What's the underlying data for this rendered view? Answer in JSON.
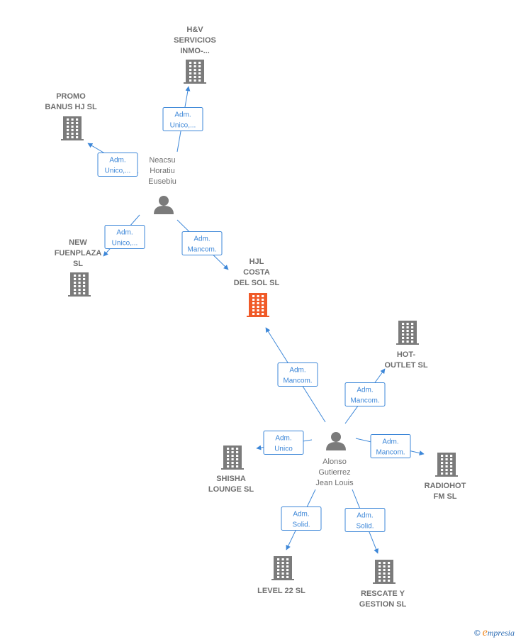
{
  "nodes": {
    "hv_servicios": {
      "type": "company",
      "lines": [
        "H&V",
        "SERVICIOS",
        "INMO-..."
      ],
      "highlight": false
    },
    "promo_banus": {
      "type": "company",
      "lines": [
        "PROMO",
        "BANUS HJ  SL"
      ],
      "highlight": false
    },
    "neacsu": {
      "type": "person",
      "lines": [
        "Neacsu",
        "Horatiu",
        "Eusebiu"
      ]
    },
    "new_fuenplaza": {
      "type": "company",
      "lines": [
        "NEW",
        "FUENPLAZA",
        "SL"
      ],
      "highlight": false
    },
    "hjl_costa": {
      "type": "company",
      "lines": [
        "HJL",
        "COSTA",
        "DEL  SOL  SL"
      ],
      "highlight": true
    },
    "hot_outlet": {
      "type": "company",
      "lines": [
        "HOT-",
        "OUTLET SL"
      ],
      "highlight": false
    },
    "alonso": {
      "type": "person",
      "lines": [
        "Alonso",
        "Gutierrez",
        "Jean Louis"
      ]
    },
    "shisha": {
      "type": "company",
      "lines": [
        "SHISHA",
        "LOUNGE  SL"
      ],
      "highlight": false
    },
    "radiohot": {
      "type": "company",
      "lines": [
        "RADIOHOT",
        "FM SL"
      ],
      "highlight": false
    },
    "level22": {
      "type": "company",
      "lines": [
        "LEVEL 22 SL"
      ],
      "highlight": false
    },
    "rescate": {
      "type": "company",
      "lines": [
        "RESCATE Y",
        "GESTION  SL"
      ],
      "highlight": false
    }
  },
  "edges": [
    {
      "from": "neacsu",
      "to": "hv_servicios",
      "label": [
        "Adm.",
        "Unico,..."
      ]
    },
    {
      "from": "neacsu",
      "to": "promo_banus",
      "label": [
        "Adm.",
        "Unico,..."
      ]
    },
    {
      "from": "neacsu",
      "to": "new_fuenplaza",
      "label": [
        "Adm.",
        "Unico,..."
      ]
    },
    {
      "from": "neacsu",
      "to": "hjl_costa",
      "label": [
        "Adm.",
        "Mancom."
      ]
    },
    {
      "from": "alonso",
      "to": "hjl_costa",
      "label": [
        "Adm.",
        "Mancom."
      ]
    },
    {
      "from": "alonso",
      "to": "hot_outlet",
      "label": [
        "Adm.",
        "Mancom."
      ]
    },
    {
      "from": "alonso",
      "to": "shisha",
      "label": [
        "Adm.",
        "Unico"
      ]
    },
    {
      "from": "alonso",
      "to": "radiohot",
      "label": [
        "Adm.",
        "Mancom."
      ]
    },
    {
      "from": "alonso",
      "to": "level22",
      "label": [
        "Adm.",
        "Solid."
      ]
    },
    {
      "from": "alonso",
      "to": "rescate",
      "label": [
        "Adm.",
        "Solid."
      ]
    }
  ],
  "colors": {
    "edge": "#3d87d8",
    "company_icon": "#7b7b7b",
    "company_highlight": "#f05a28",
    "person_icon": "#7b7b7b",
    "label_text": "#6f6f6f"
  },
  "watermark": {
    "copyright": "©",
    "brand_initial": "e",
    "brand_rest": "mpresia"
  }
}
